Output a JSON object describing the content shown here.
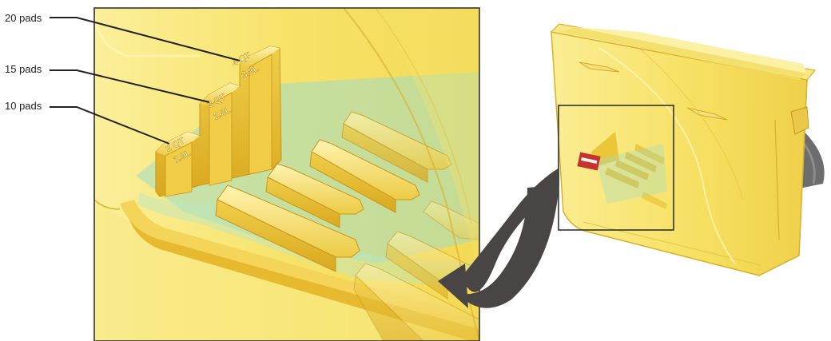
{
  "labels": {
    "pads20": "20 pads",
    "pads15": "15 pads",
    "pads10": "10 pads"
  },
  "steps": [
    {
      "qt": "2 QT",
      "liters": "1.9L"
    },
    {
      "qt": "3 QT",
      "liters": "2.8L"
    },
    {
      "qt": "4 QT",
      "liters": "3.8L"
    }
  ],
  "colors": {
    "bucket_yellow": "#f7e36a",
    "bucket_edge": "#e2b92a",
    "bar_gold": "#e8bf2c",
    "water_teal": "#9fdcc8",
    "arrow_dark": "#4a4545",
    "handle_grey": "#6d6d6d"
  },
  "icons": [
    "bucket-illustration",
    "callout-arrow",
    "handle"
  ]
}
